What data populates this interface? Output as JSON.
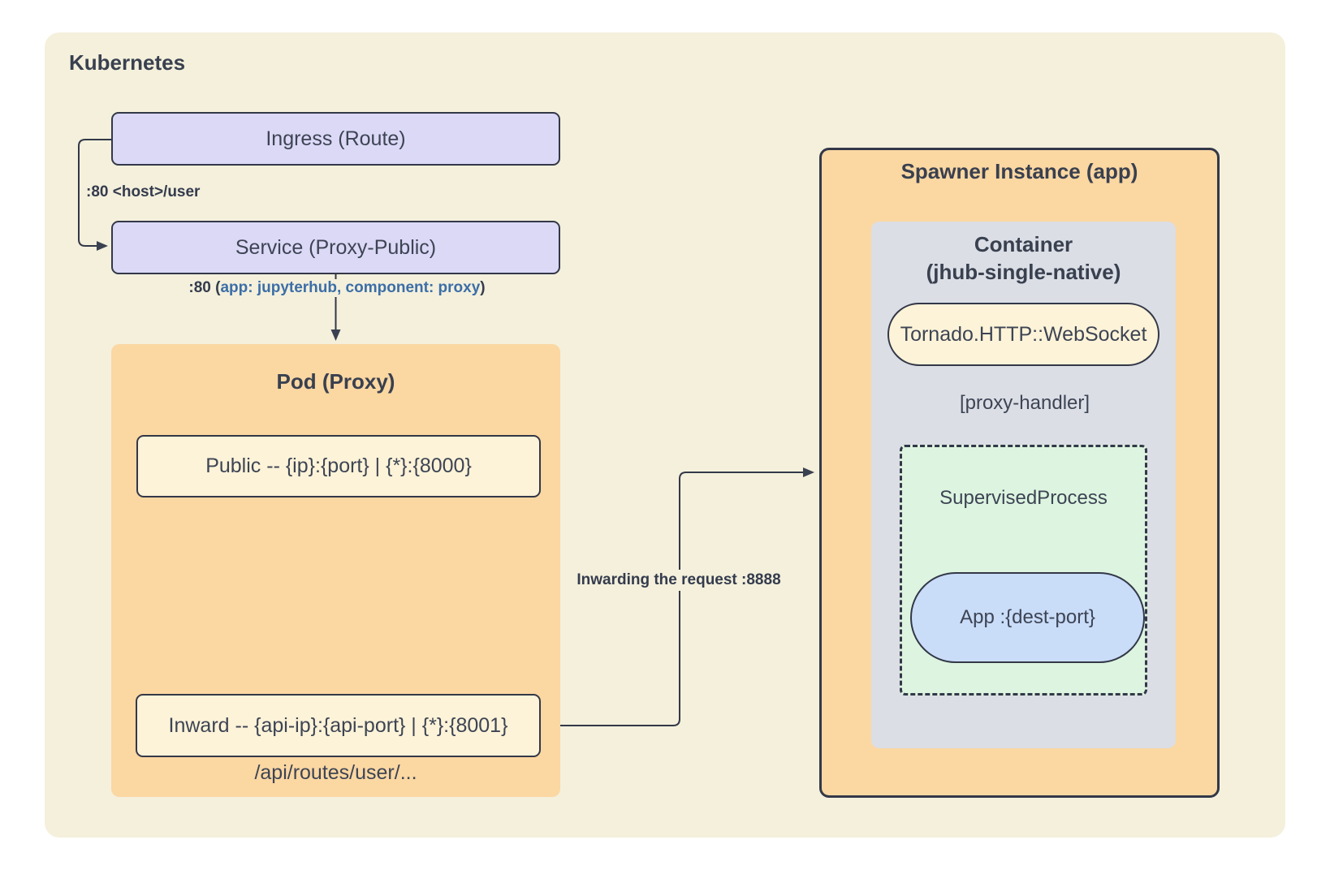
{
  "cluster": {
    "title": "Kubernetes"
  },
  "nodes": {
    "ingress": "Ingress (Route)",
    "service": "Service (Proxy-Public)",
    "pod_title": "Pod (Proxy)",
    "public": "Public -- {ip}:{port} | {*}:{8000}",
    "inward": "Inward -- {api-ip}:{api-port} | {*}:{8001}",
    "api_routes": "/api/routes/user/...",
    "spawner_title": "Spawner Instance (app)",
    "container_title": "Container\n(jhub-single-native)",
    "tornado": "Tornado.HTTP::WebSocket",
    "proxy_handler": "[proxy-handler]",
    "supervised": "SupervisedProcess",
    "app": "App :{dest-port}"
  },
  "edge_labels": {
    "host_user": ":80 <host>/user",
    "port80_prefix": ":80 (",
    "port80_selector": "app: jupyterhub, component: proxy",
    "port80_suffix": ")",
    "inwarding": "Inwarding the request :8888"
  },
  "colors": {
    "page": "#ffffff",
    "cluster": "#f4f0dc",
    "lavender": "#dcd9f7",
    "orange": "#fbd7a2",
    "cream": "#fdf3d8",
    "gray": "#dbdee5",
    "green": "#ddf5e0",
    "blue": "#c9dcf8",
    "stroke": "#333848",
    "title": "#39404f",
    "text": "#3d4454",
    "label": "#343b4d",
    "bluetext": "#3c6ea7"
  }
}
